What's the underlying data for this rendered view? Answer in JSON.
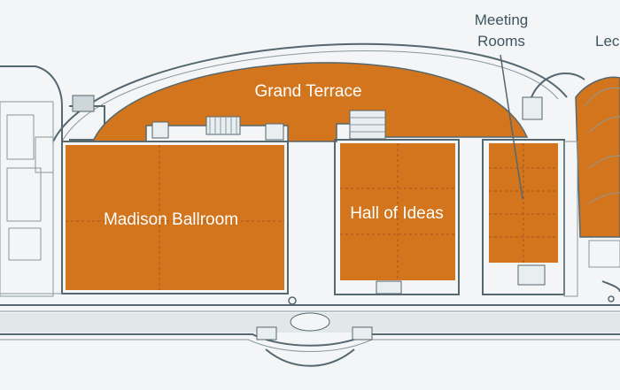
{
  "rooms": {
    "grand_terrace": "Grand Terrace",
    "madison_ballroom": "Madison Ballroom",
    "hall_of_ideas": "Hall of Ideas",
    "meeting_rooms_line1": "Meeting",
    "meeting_rooms_line2": "Rooms",
    "lecture_hall_partial": "Lec"
  },
  "colors": {
    "highlight": "#d2751c",
    "walls": "#55676f",
    "background": "#f3f5f6",
    "label_dark": "#3f5560",
    "label_light": "#ffffff"
  }
}
